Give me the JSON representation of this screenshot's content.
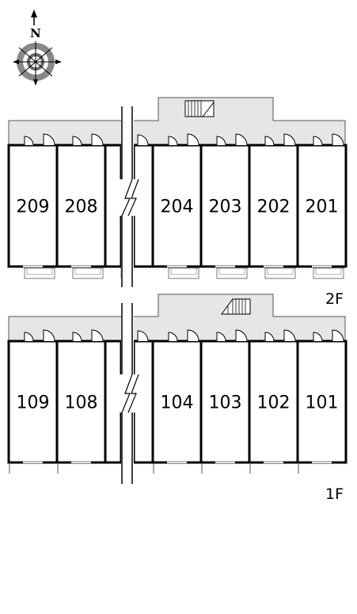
{
  "compass": {
    "north_label": "N",
    "icon": "compass-rose-icon"
  },
  "floors": [
    {
      "id": "2f",
      "label": "2F",
      "units": [
        "209",
        "208",
        "204",
        "203",
        "202",
        "201"
      ]
    },
    {
      "id": "1f",
      "label": "1F",
      "units": [
        "109",
        "108",
        "104",
        "103",
        "102",
        "101"
      ]
    }
  ],
  "colors": {
    "corridor": "#e6e6e6",
    "walls": "#000000",
    "outline": "#555555"
  }
}
